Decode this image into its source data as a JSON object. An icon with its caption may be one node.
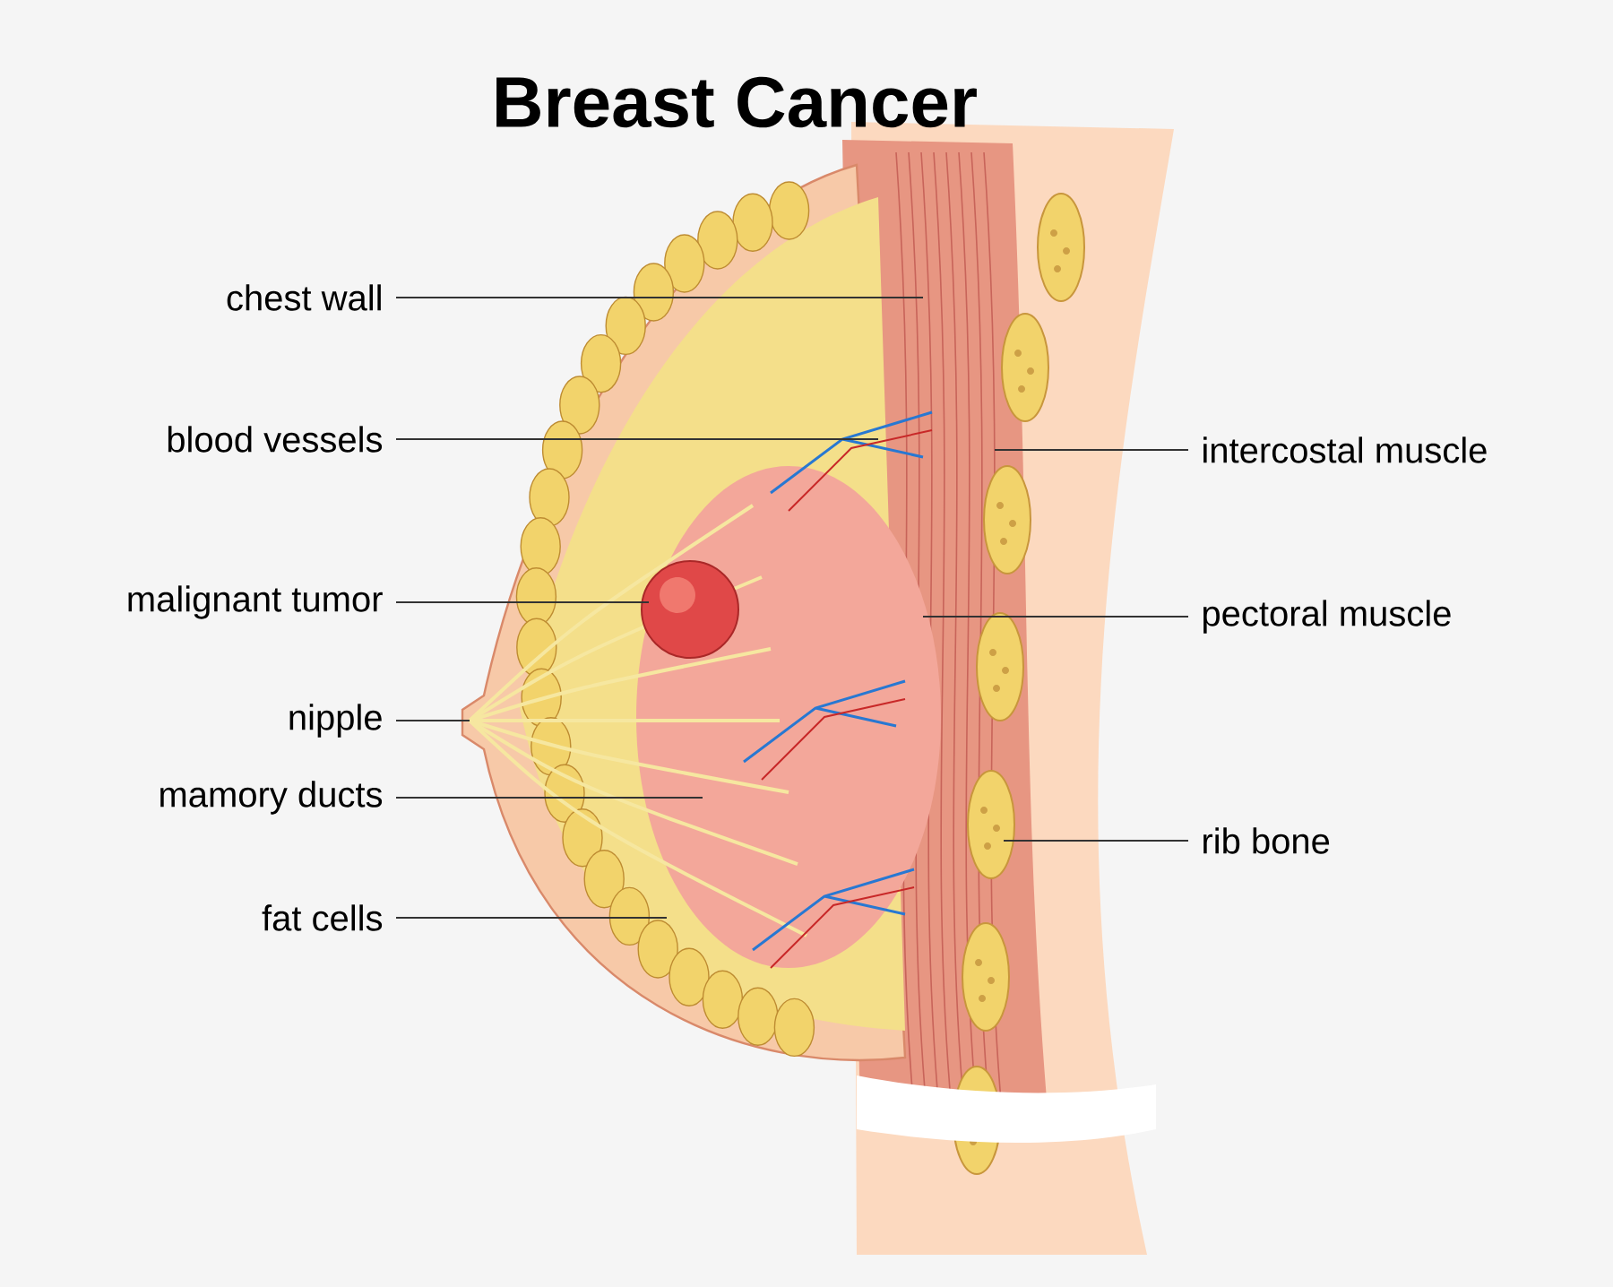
{
  "diagram": {
    "title": "Breast Cancer",
    "nodes": [
      {
        "text": [
          "chest wall"
        ]
      },
      {
        "text": [
          "blood vessels"
        ]
      },
      {
        "text": [
          "malignant tumor"
        ]
      },
      {
        "text": [
          "nipple"
        ]
      },
      {
        "text": [
          "mamory ducts"
        ]
      },
      {
        "text": [
          "fat cells"
        ]
      },
      {
        "text": [
          "intercostal muscle"
        ]
      },
      {
        "text": [
          "pectoral muscle"
        ]
      },
      {
        "text": [
          "rib bone"
        ]
      }
    ],
    "edges": [
      {
        "from": 0,
        "to": null,
        "arrow": "none"
      },
      {
        "from": 1,
        "to": null,
        "arrow": "none"
      },
      {
        "from": 2,
        "to": null,
        "arrow": "none"
      },
      {
        "from": 3,
        "to": null,
        "arrow": "none"
      },
      {
        "from": 4,
        "to": null,
        "arrow": "none"
      },
      {
        "from": 5,
        "to": null,
        "arrow": "none"
      },
      {
        "from": 6,
        "to": null,
        "arrow": "none"
      },
      {
        "from": 7,
        "to": null,
        "arrow": "none"
      },
      {
        "from": 8,
        "to": null,
        "arrow": "none"
      }
    ]
  }
}
